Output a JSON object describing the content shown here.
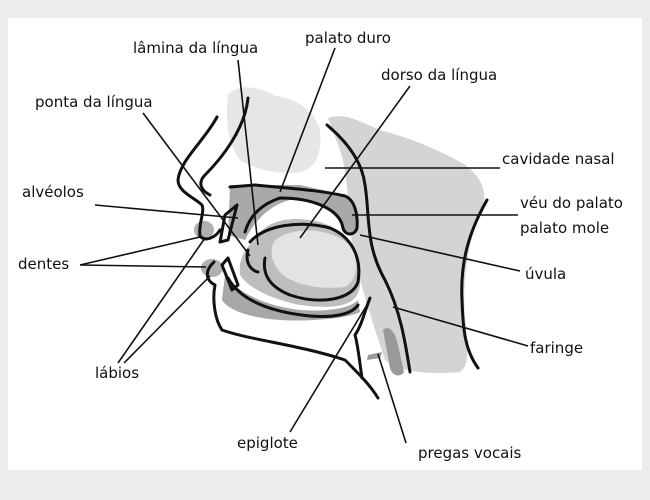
{
  "diagram": {
    "labels": {
      "lamina": "lâmina da língua",
      "palato_duro": "palato duro",
      "dorso": "dorso da língua",
      "ponta": "ponta da língua",
      "cavidade": "cavidade nasal",
      "alveolos": "alvéolos",
      "veu": "véu do palato",
      "palato_mole": "palato mole",
      "dentes": "dentes",
      "uvula": "úvula",
      "faringe": "faringe",
      "labios": "lábios",
      "epiglote": "epiglote",
      "pregas": "pregas vocais"
    },
    "colors": {
      "light": "#e3e3e3",
      "mid": "#c9c9c9",
      "dark": "#9a9a9a",
      "line": "#111111"
    }
  }
}
